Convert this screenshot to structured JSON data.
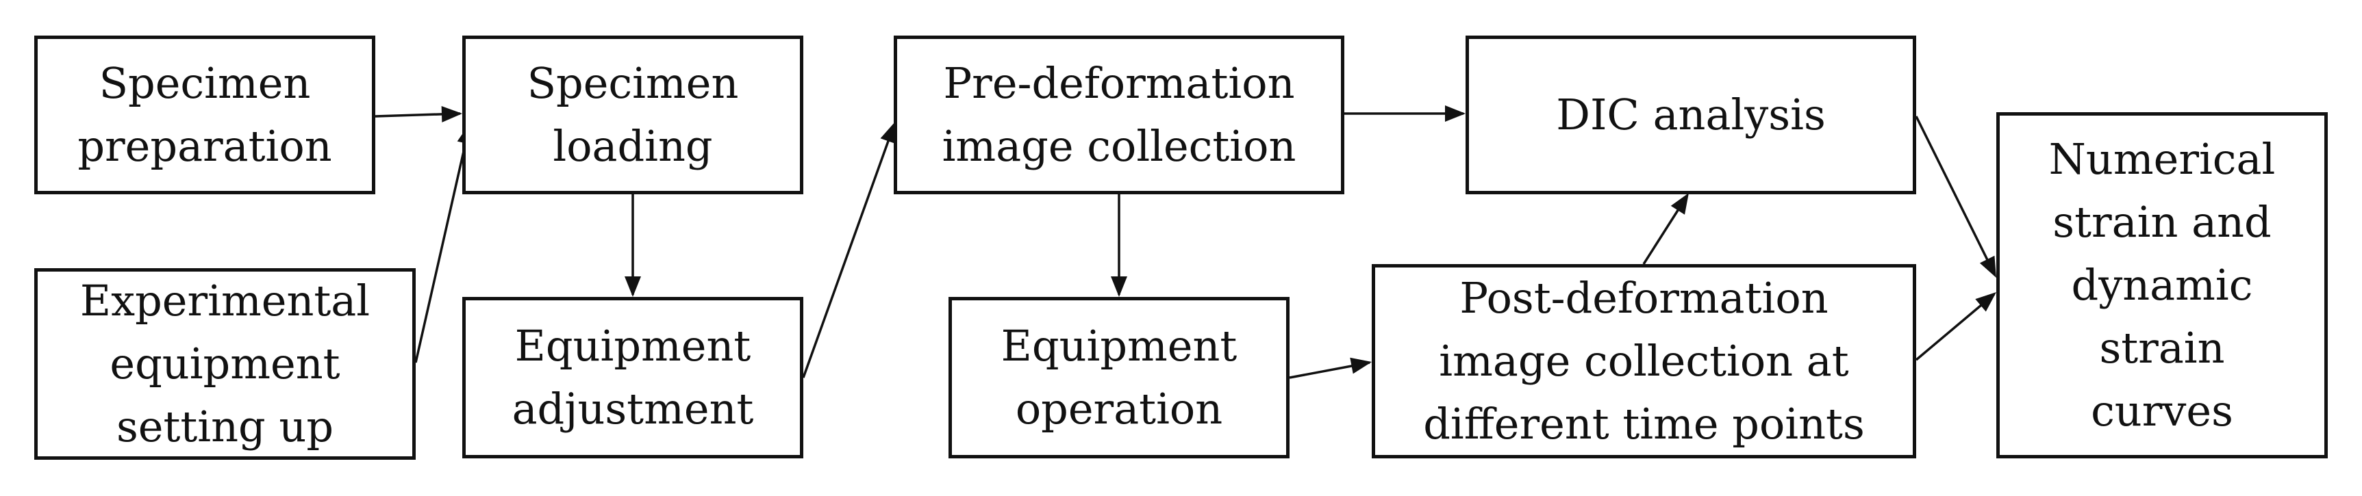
{
  "diagram": {
    "nodes": {
      "specimen_preparation": {
        "lines": [
          "Specimen",
          "preparation"
        ]
      },
      "specimen_loading": {
        "lines": [
          "Specimen",
          "loading"
        ]
      },
      "experimental_equipment": {
        "lines": [
          "Experimental",
          "equipment",
          "setting up"
        ]
      },
      "equipment_adjustment": {
        "lines": [
          "Equipment",
          "adjustment"
        ]
      },
      "pre_deformation": {
        "lines": [
          "Pre-deformation",
          "image collection"
        ]
      },
      "equipment_operation": {
        "lines": [
          "Equipment",
          "operation"
        ]
      },
      "dic_analysis": {
        "lines": [
          "DIC analysis"
        ]
      },
      "post_deformation": {
        "lines": [
          "Post-deformation",
          "image collection at",
          "different time points"
        ]
      },
      "numerical_strain": {
        "lines": [
          "Numerical",
          "strain and",
          "dynamic",
          "strain",
          "curves"
        ]
      }
    },
    "edges": [
      {
        "from": "Specimen preparation",
        "to": "Specimen loading"
      },
      {
        "from": "Experimental equipment setting up",
        "to": "Specimen loading"
      },
      {
        "from": "Specimen loading",
        "to": "Equipment adjustment"
      },
      {
        "from": "Equipment adjustment",
        "to": "Pre-deformation image collection"
      },
      {
        "from": "Pre-deformation image collection",
        "to": "DIC analysis"
      },
      {
        "from": "Pre-deformation image collection",
        "to": "Equipment operation"
      },
      {
        "from": "Equipment operation",
        "to": "Post-deformation image collection at different time points"
      },
      {
        "from": "Post-deformation image collection at different time points",
        "to": "DIC analysis"
      },
      {
        "from": "DIC analysis",
        "to": "Numerical strain and dynamic strain curves"
      },
      {
        "from": "Post-deformation image collection at different time points",
        "to": "Numerical strain and dynamic strain curves"
      }
    ],
    "colors": {
      "stroke": "#111111",
      "background": "#ffffff",
      "text": "#111111"
    }
  }
}
